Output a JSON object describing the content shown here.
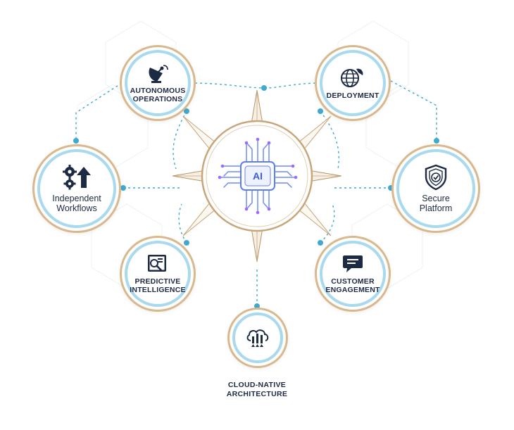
{
  "hub": {
    "chip_label": "AI"
  },
  "nodes": {
    "autonomous_operations": {
      "line1": "AUTONOMOUS",
      "line2": "OPERATIONS"
    },
    "deployment": {
      "line1": "DEPLOYMENT"
    },
    "independent_workflows": {
      "line1": "Independent",
      "line2": "Workflows"
    },
    "secure_platform": {
      "line1": "Secure",
      "line2": "Platform"
    },
    "predictive_intelligence": {
      "line1": "PREDICTIVE",
      "line2": "INTELLIGENCE"
    },
    "customer_engagement": {
      "line1": "CUSTOMER",
      "line2": "ENGAGEMENT"
    },
    "cloud_native_architecture": {
      "line1": "CLOUD-NATIVE",
      "line2": "ARCHITECTURE"
    }
  },
  "colors": {
    "ring_outer": "#d8b88c",
    "ring_inner": "#a8d9ec",
    "connector": "#3fa9cf",
    "text": "#1d2a44",
    "chip_accent": "#5b7cff"
  },
  "icons": [
    "satellite-dish-icon",
    "globe-satellite-icon",
    "gears-arrow-icon",
    "shield-check-icon",
    "magnifier-report-icon",
    "chat-bubble-icon",
    "cloud-chart-icon",
    "ai-chip-icon"
  ]
}
